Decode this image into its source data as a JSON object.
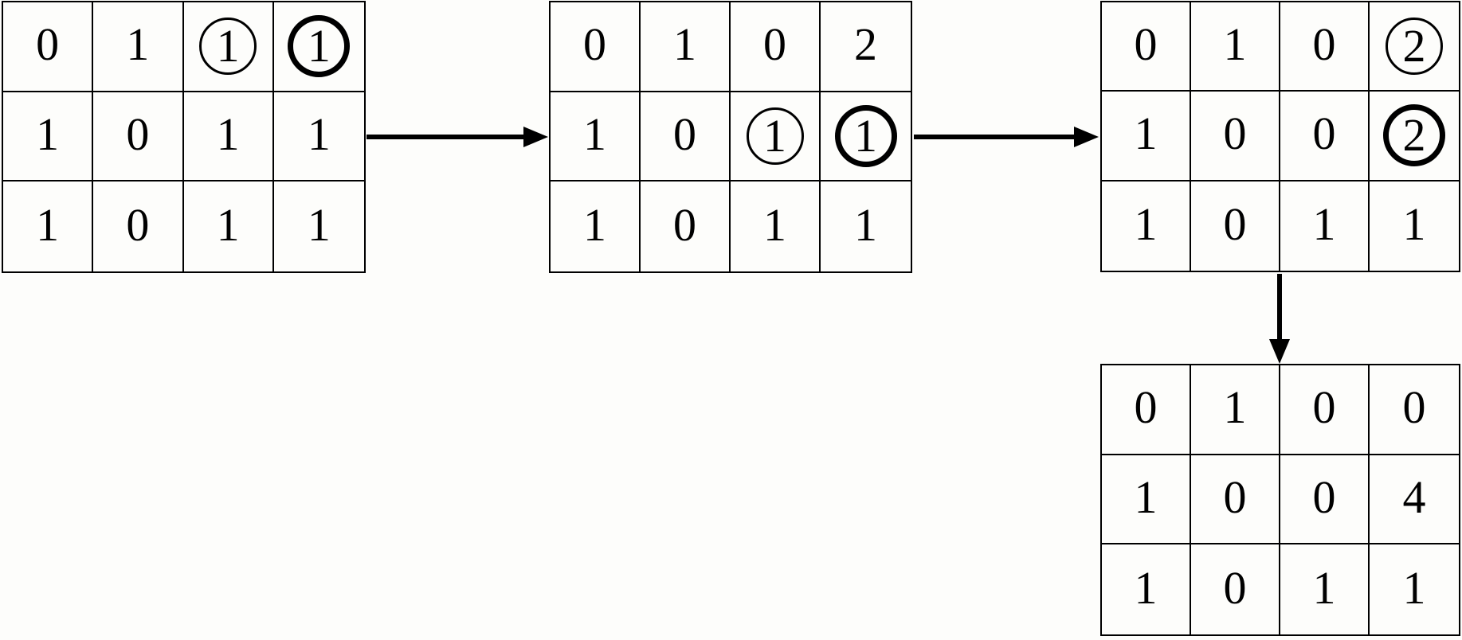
{
  "diagram": {
    "description": "Sequence of four 3x4 number matrices connected by arrows; circled entries mark cells involved in each transformation step",
    "background_color": "#fdfdfb",
    "line_color": "#000000",
    "rows": 3,
    "cols": 4
  },
  "grids": [
    {
      "name": "matrix-step-1",
      "rows": [
        [
          "0",
          "1",
          "1",
          "1"
        ],
        [
          "1",
          "0",
          "1",
          "1"
        ],
        [
          "1",
          "0",
          "1",
          "1"
        ]
      ],
      "circles": [
        {
          "row": 0,
          "col": 2,
          "style": "thin"
        },
        {
          "row": 0,
          "col": 3,
          "style": "bold"
        }
      ]
    },
    {
      "name": "matrix-step-2",
      "rows": [
        [
          "0",
          "1",
          "0",
          "2"
        ],
        [
          "1",
          "0",
          "1",
          "1"
        ],
        [
          "1",
          "0",
          "1",
          "1"
        ]
      ],
      "circles": [
        {
          "row": 1,
          "col": 2,
          "style": "thin"
        },
        {
          "row": 1,
          "col": 3,
          "style": "bold"
        }
      ]
    },
    {
      "name": "matrix-step-3",
      "rows": [
        [
          "0",
          "1",
          "0",
          "2"
        ],
        [
          "1",
          "0",
          "0",
          "2"
        ],
        [
          "1",
          "0",
          "1",
          "1"
        ]
      ],
      "circles": [
        {
          "row": 0,
          "col": 3,
          "style": "thin"
        },
        {
          "row": 1,
          "col": 3,
          "style": "bold"
        }
      ]
    },
    {
      "name": "matrix-step-4",
      "rows": [
        [
          "0",
          "1",
          "0",
          "0"
        ],
        [
          "1",
          "0",
          "0",
          "4"
        ],
        [
          "1",
          "0",
          "1",
          "1"
        ]
      ],
      "circles": []
    }
  ],
  "arrows": [
    {
      "name": "arrow-step1-to-step2",
      "direction": "right"
    },
    {
      "name": "arrow-step2-to-step3",
      "direction": "right"
    },
    {
      "name": "arrow-step3-to-step4",
      "direction": "down"
    }
  ]
}
